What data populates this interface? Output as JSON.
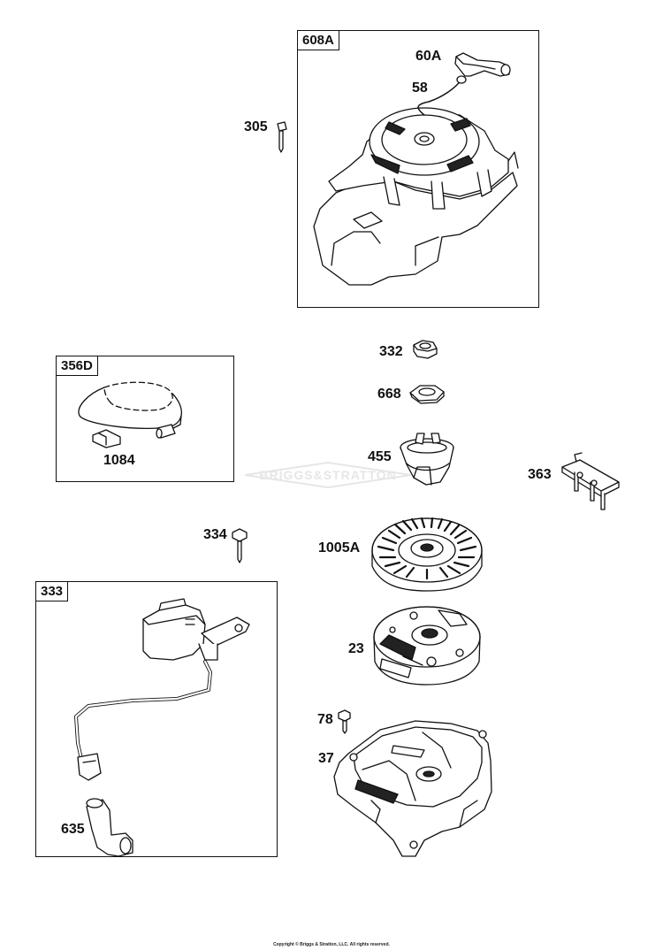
{
  "boxes": {
    "b608A": "608A",
    "b356D": "356D",
    "b333": "333"
  },
  "labels": {
    "p60A": "60A",
    "p58": "58",
    "p305": "305",
    "p332": "332",
    "p668": "668",
    "p455": "455",
    "p363": "363",
    "p1084": "1084",
    "p334": "334",
    "p1005A": "1005A",
    "p23": "23",
    "p78": "78",
    "p37": "37",
    "p635": "635"
  },
  "watermark": "BRIGGS&STRATTON",
  "copyright": "Copyright © Briggs & Stratton, LLC. All rights reserved.",
  "colors": {
    "line": "#111111",
    "watermark": "#e6e6e6",
    "background": "#ffffff"
  }
}
